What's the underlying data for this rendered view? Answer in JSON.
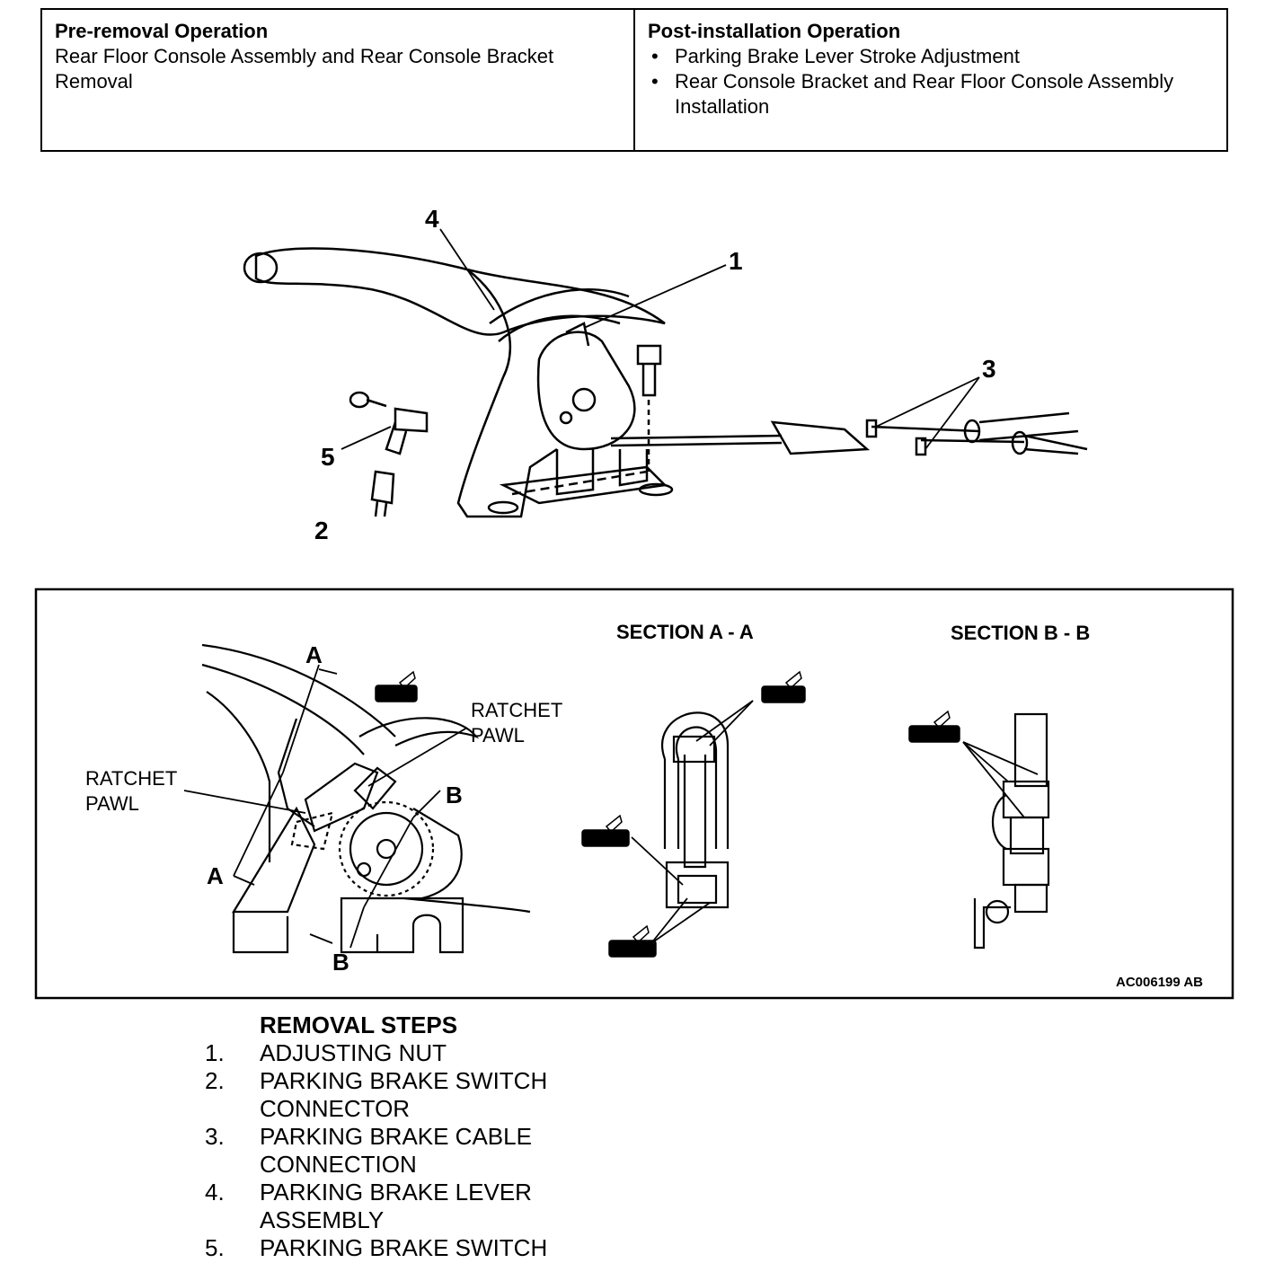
{
  "pre_removal": {
    "heading": "Pre-removal Operation",
    "text": "Rear Floor Console Assembly and Rear Console Bracket Removal"
  },
  "post_installation": {
    "heading": "Post-installation Operation",
    "items": [
      "Parking Brake Lever Stroke Adjustment",
      "Rear Console Bracket and Rear Floor Console Assembly Installation"
    ]
  },
  "exploded_view": {
    "callouts": [
      "1",
      "2",
      "3",
      "4",
      "5"
    ]
  },
  "detail_view": {
    "section_a_title": "SECTION A - A",
    "section_b_title": "SECTION B - B",
    "labels": {
      "ratchet_pawl_right_1": "RATCHET",
      "ratchet_pawl_right_2": "PAWL",
      "ratchet_pawl_left_1": "RATCHET",
      "ratchet_pawl_left_2": "PAWL",
      "a_top": "A",
      "a_bottom": "A",
      "b_right": "B",
      "b_bottom": "B"
    },
    "figure_code": "AC006199 AB"
  },
  "removal_steps": {
    "title": "REMOVAL STEPS",
    "steps": [
      {
        "num": "1.",
        "lines": [
          "ADJUSTING NUT"
        ]
      },
      {
        "num": "2.",
        "lines": [
          "PARKING BRAKE SWITCH",
          "CONNECTOR"
        ]
      },
      {
        "num": "3.",
        "lines": [
          "PARKING BRAKE CABLE",
          "CONNECTION"
        ]
      },
      {
        "num": "4.",
        "lines": [
          "PARKING BRAKE LEVER",
          "ASSEMBLY"
        ]
      },
      {
        "num": "5.",
        "lines": [
          "PARKING BRAKE SWITCH"
        ]
      }
    ]
  }
}
